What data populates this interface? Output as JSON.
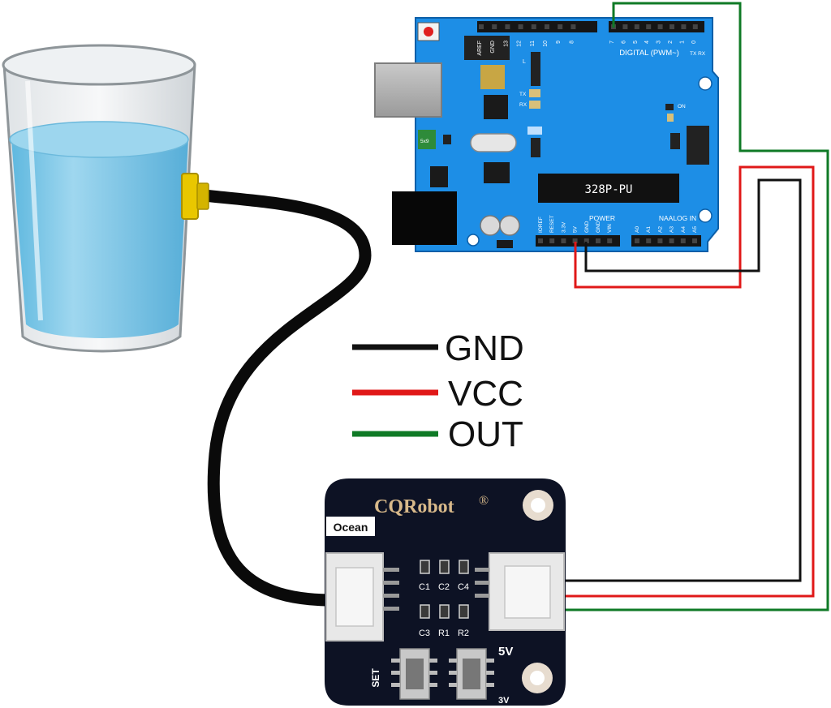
{
  "legend": {
    "items": [
      {
        "label": "GND",
        "color": "#111111"
      },
      {
        "label": "VCC",
        "color": "#e01818"
      },
      {
        "label": "OUT",
        "color": "#0f7a26"
      }
    ]
  },
  "arduino": {
    "chip_label": "328P-PU",
    "digital_label": "DIGITAL (PWM~)",
    "power_label": "POWER",
    "analog_label": "NAALOG IN",
    "top_pins": [
      "AREF",
      "GND",
      "13",
      "12",
      "11",
      "10",
      "9",
      "8",
      "7",
      "6",
      "5",
      "4",
      "3",
      "2",
      "1",
      "0"
    ],
    "power_pins": [
      "IOREF",
      "RESET",
      "3.3V",
      "5V",
      "GND",
      "GND",
      "VIN"
    ],
    "analog_pins": [
      "A0",
      "A1",
      "A2",
      "A3",
      "A4",
      "A5"
    ],
    "small_labels": {
      "l": "L",
      "tx": "TX",
      "rx": "RX",
      "on": "ON",
      "txrx_top": "TX RX",
      "crystal": "5x9"
    }
  },
  "sensor_board": {
    "brand": "CQRobot",
    "registered": "®",
    "tag": "Ocean",
    "components": [
      "C1",
      "C2",
      "C4",
      "C3",
      "R1",
      "R2"
    ],
    "set_label": "SET",
    "v5_label": "5V",
    "v3_label": "3V"
  },
  "colors": {
    "arduino_blue": "#1d8ee6",
    "board_black": "#0d1224",
    "water": "#7ec9ea",
    "connector_yellow": "#e9c700"
  }
}
